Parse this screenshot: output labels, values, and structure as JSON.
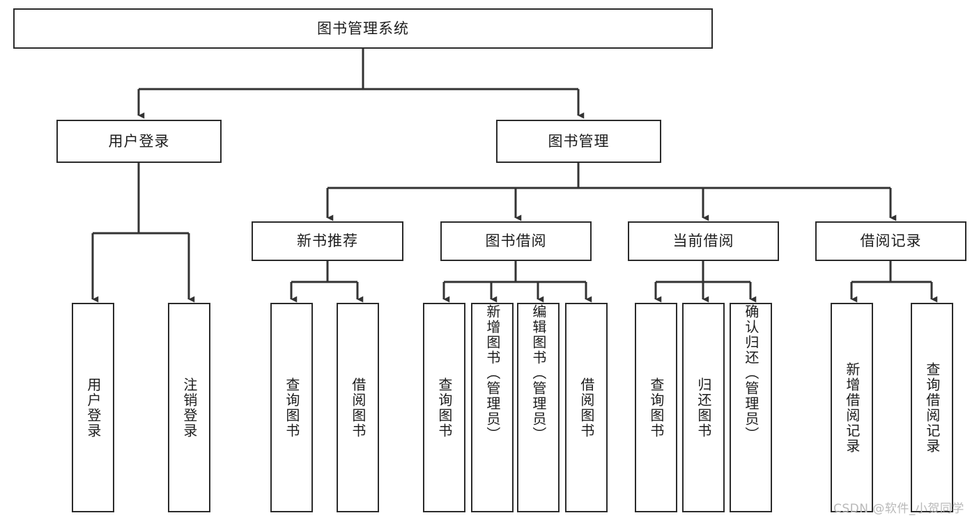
{
  "diagram": {
    "title": "图书管理系统",
    "type": "tree-hierarchy-chart",
    "colors": {
      "box_border": "#2b2b2b",
      "box_fill": "#ffffff",
      "connector": "#333333",
      "text": "#1c1c1c",
      "watermark": "#b9b9b9",
      "background": "#ffffff"
    }
  },
  "nodes": {
    "root": {
      "label": "图书管理系统"
    },
    "level1": [
      {
        "label": "用户登录"
      },
      {
        "label": "图书管理"
      }
    ],
    "level2": [
      {
        "label": "新书推荐"
      },
      {
        "label": "图书借阅"
      },
      {
        "label": "当前借阅"
      },
      {
        "label": "借阅记录"
      }
    ],
    "leaves": {
      "user_login": [
        {
          "label": "用户登录"
        },
        {
          "label": "注销登录"
        }
      ],
      "new_book_recommend": [
        {
          "label": "查询图书"
        },
        {
          "label": "借阅图书"
        }
      ],
      "book_borrow": [
        {
          "label": "查询图书"
        },
        {
          "label": "新增图书（管理员）"
        },
        {
          "label": "编辑图书（管理员）"
        },
        {
          "label": "借阅图书"
        }
      ],
      "current_borrow": [
        {
          "label": "查询图书"
        },
        {
          "label": "归还图书"
        },
        {
          "label": "确认归还（管理员）"
        }
      ],
      "borrow_record": [
        {
          "label": "新增借阅记录"
        },
        {
          "label": "查询借阅记录"
        }
      ]
    }
  },
  "watermark": {
    "text": "CSDN @软件_小贺同学"
  }
}
